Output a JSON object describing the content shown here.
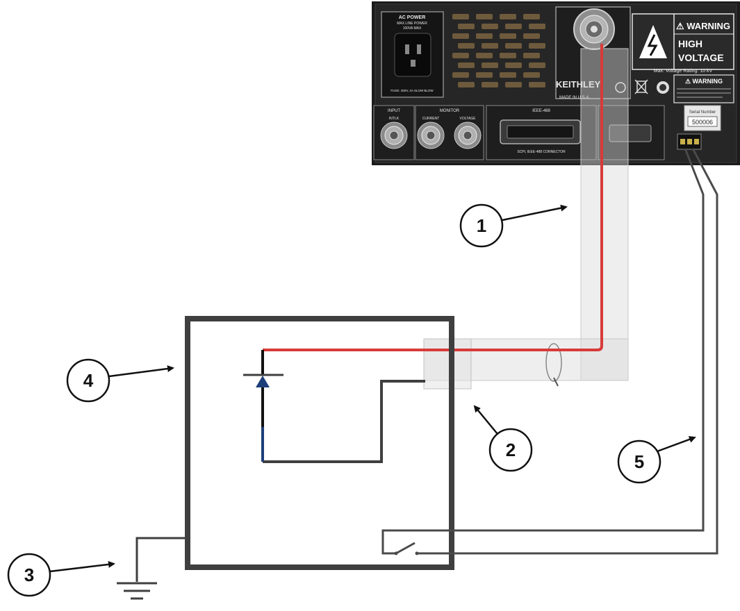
{
  "instrument": {
    "power_label_1": "AC POWER",
    "power_label_2": "MAX LINE POWER",
    "power_label_3": "100VA MAX",
    "power_label_4": "FUSE: 250V, 2A SLOW BLOW",
    "warning_label": "⚠ WARNING",
    "high_voltage_line1": "HIGH",
    "high_voltage_line2": "VOLTAGE",
    "max_voltage_rating": "Max. Voltage Rating: 10 kV",
    "brand": "KEITHLEY",
    "warning_label_2": "⚠ WARNING",
    "made_in": "MADE IN U.S.A.",
    "bnc_group_1": "INPUT",
    "bnc_group_2": "MONITOR",
    "bnc_labels": [
      "INTLK",
      "CURRENT",
      "VOLTAGE"
    ],
    "ieee_label": "IEEE-488",
    "ieee_sublabel": "SCPI, IEEE-488 CONNECTOR",
    "serial_label": "Serial Number",
    "serial_number": "500006"
  },
  "callouts": [
    "1",
    "2",
    "3",
    "4",
    "5"
  ],
  "colors": {
    "hv_wire": "#d83a3a",
    "enclosure": "#3f3f3f",
    "interlock_wire": "#4a4a4a",
    "diode_arrow": "#1d3f7a",
    "instrument_body": "#1e1e1e"
  }
}
